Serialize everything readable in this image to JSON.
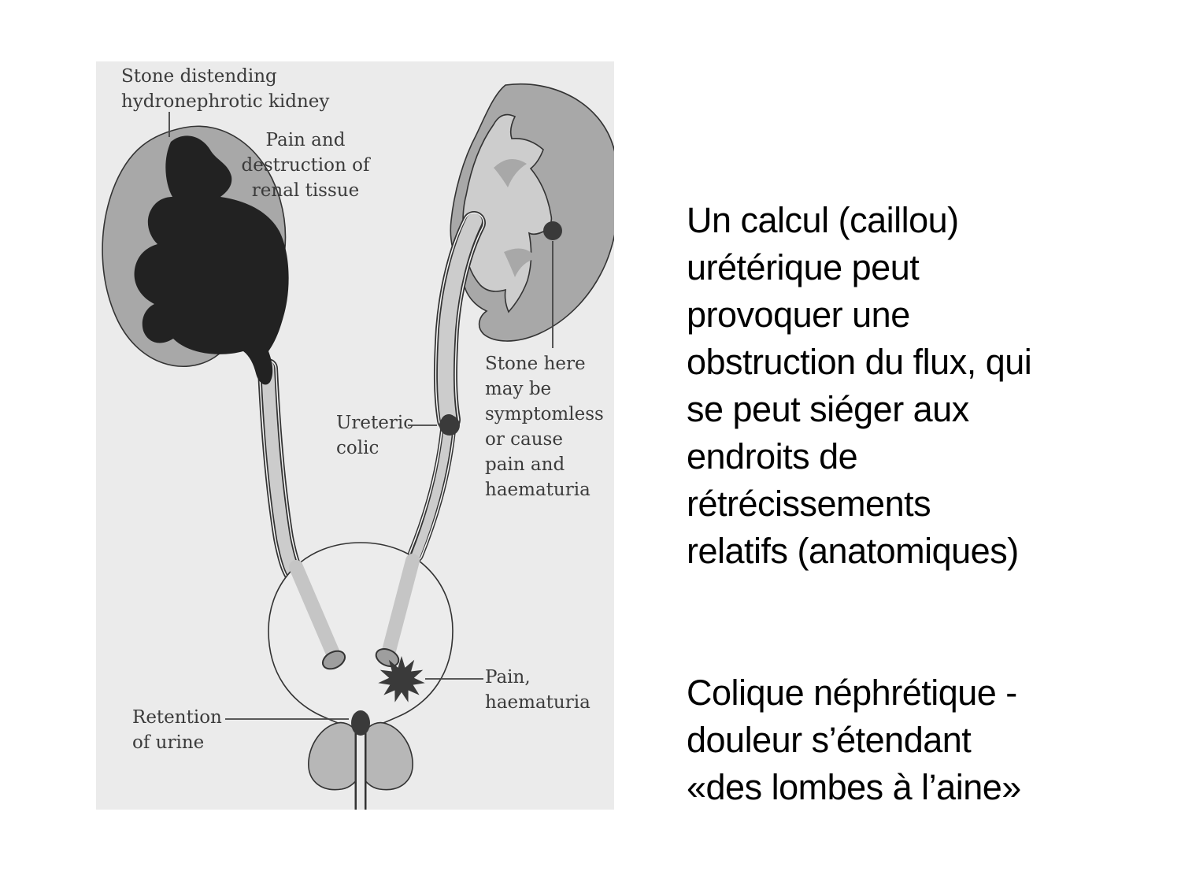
{
  "figure": {
    "colors": {
      "background": "#ebebeb",
      "kidney_cortex": "#a8a8a8",
      "renal_pelvis": "#cdcdcd",
      "obstructed_mass": "#222222",
      "stone": "#3a3a3a",
      "bladder": "#ececec",
      "prostate": "#b7b7b7",
      "label_text": "#3b3b3b",
      "outline": "#333333"
    },
    "labels": {
      "stone_distending": "Stone distending\nhydronephrotic kidney",
      "pain_destruction": "Pain and\ndestruction of\nrenal tissue",
      "ureteric_colic": "Ureteric\ncolic",
      "stone_here": "Stone here\nmay be\nsymptomless\nor cause\npain and\nhaematuria",
      "pain_haematuria": "Pain,\nhaematuria",
      "retention": "Retention\nof urine"
    }
  },
  "text": {
    "paragraph1": "Un calcul (caillou)\nurétérique peut\nprovoquer une\nobstruction du flux, qui\nse peut siéger aux\nendroits de\nrétrécissements\nrelatifs (anatomiques)",
    "paragraph2": "Colique néphrétique -\ndouleur s’étendant\n«des lombes à l’aine»"
  }
}
